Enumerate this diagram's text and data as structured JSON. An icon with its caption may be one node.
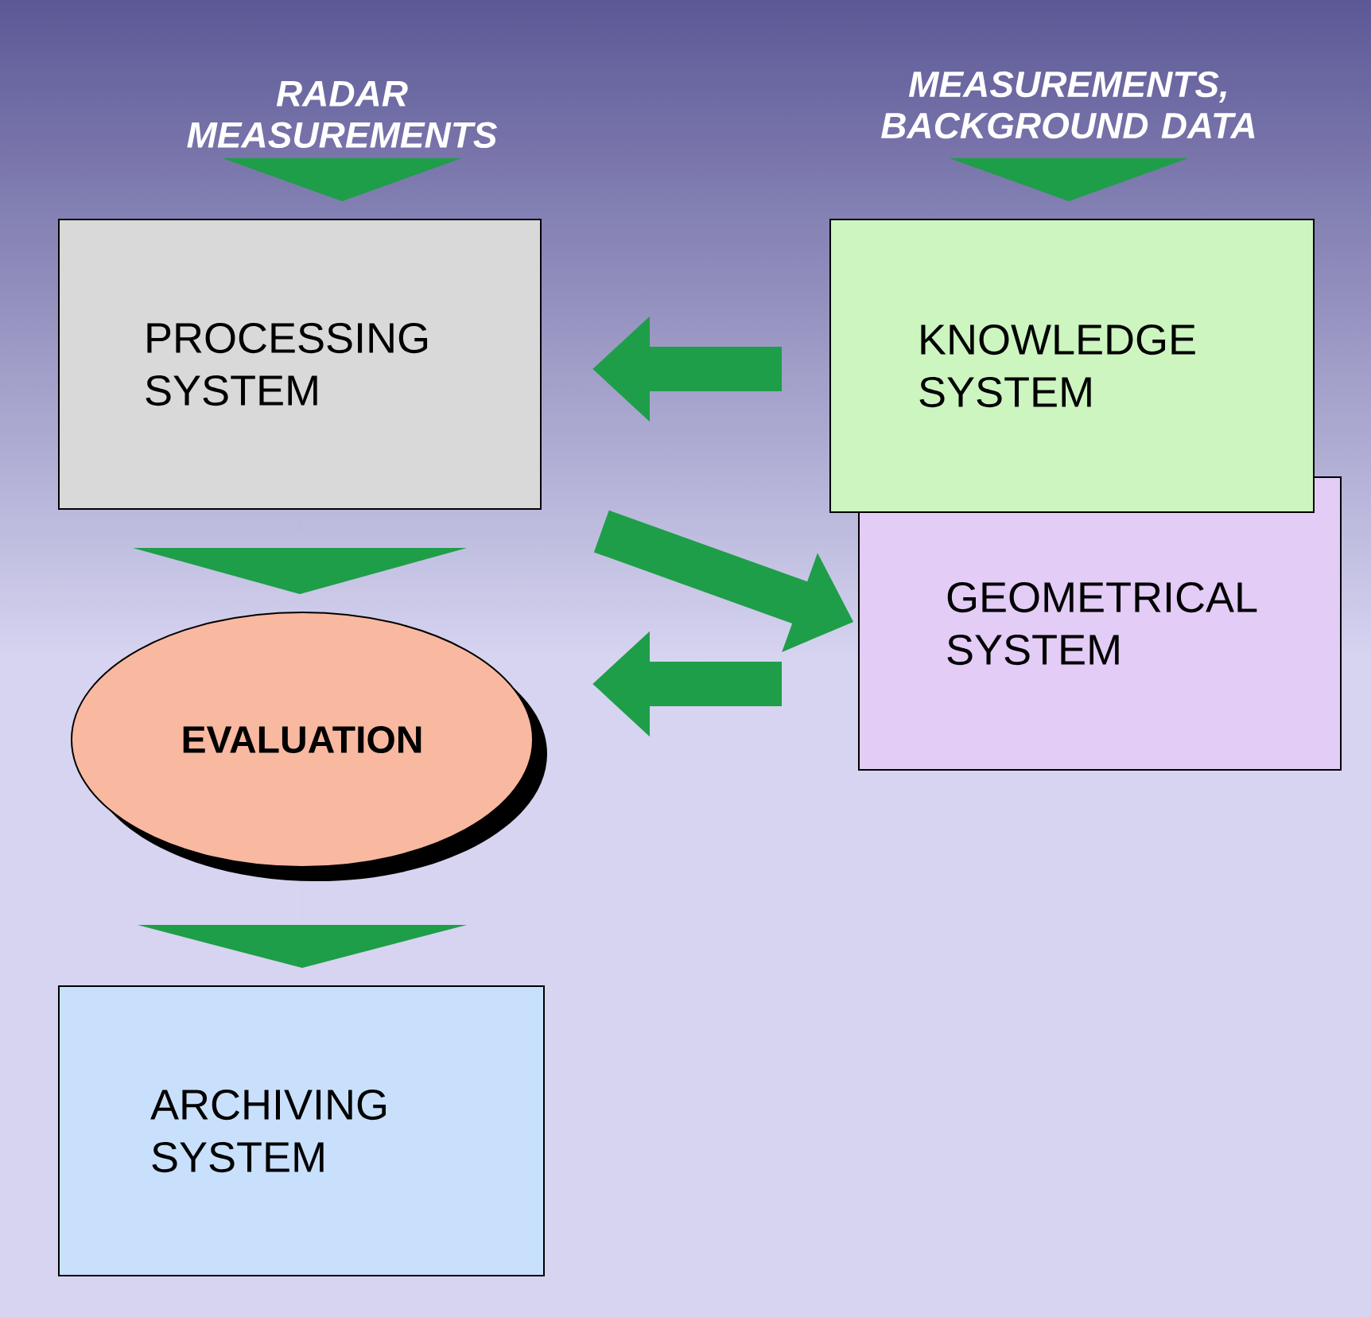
{
  "diagram": {
    "nodes": [
      {
        "text": [
          "RADAR MEASUREMENTS"
        ]
      },
      {
        "text": [
          "MEASUREMENTS, BACKGROUND DATA"
        ]
      },
      {
        "text": [
          "PROCESSING SYSTEM"
        ]
      },
      {
        "text": [
          "KNOWLEDGE SYSTEM"
        ]
      },
      {
        "text": [
          "GEOMETRICAL SYSTEM"
        ]
      },
      {
        "text": [
          "EVALUATION"
        ]
      },
      {
        "text": [
          "ARCHIVING SYSTEM"
        ]
      }
    ],
    "edges": [
      {
        "from": 0,
        "to": 2,
        "arrow": "to"
      },
      {
        "from": 1,
        "to": 3,
        "arrow": "to"
      },
      {
        "from": 3,
        "to": 2,
        "arrow": "to"
      },
      {
        "from": 2,
        "to": 4,
        "arrow": "to"
      },
      {
        "from": 4,
        "to": 5,
        "arrow": "to"
      },
      {
        "from": 2,
        "to": 5,
        "arrow": "to"
      },
      {
        "from": 5,
        "to": 6,
        "arrow": "to"
      }
    ]
  }
}
